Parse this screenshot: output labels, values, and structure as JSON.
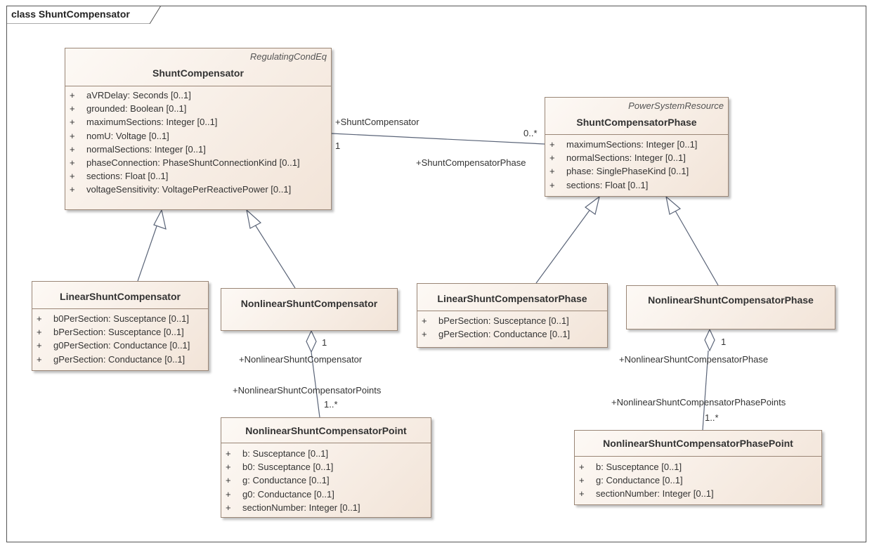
{
  "diagram": {
    "frame_title": "class ShuntCompensator",
    "classes": {
      "shunt_compensator": {
        "stereotype": "RegulatingCondEq",
        "name": "ShuntCompensator",
        "attributes": [
          {
            "vis": "+",
            "text": "aVRDelay: Seconds [0..1]"
          },
          {
            "vis": "+",
            "text": "grounded: Boolean [0..1]"
          },
          {
            "vis": "+",
            "text": "maximumSections: Integer [0..1]"
          },
          {
            "vis": "+",
            "text": "nomU: Voltage [0..1]"
          },
          {
            "vis": "+",
            "text": "normalSections: Integer [0..1]"
          },
          {
            "vis": "+",
            "text": "phaseConnection: PhaseShuntConnectionKind [0..1]"
          },
          {
            "vis": "+",
            "text": "sections: Float [0..1]"
          },
          {
            "vis": "+",
            "text": "voltageSensitivity: VoltagePerReactivePower [0..1]"
          }
        ]
      },
      "shunt_compensator_phase": {
        "stereotype": "PowerSystemResource",
        "name": "ShuntCompensatorPhase",
        "attributes": [
          {
            "vis": "+",
            "text": "maximumSections: Integer [0..1]"
          },
          {
            "vis": "+",
            "text": "normalSections: Integer [0..1]"
          },
          {
            "vis": "+",
            "text": "phase: SinglePhaseKind [0..1]"
          },
          {
            "vis": "+",
            "text": "sections: Float [0..1]"
          }
        ]
      },
      "linear_shunt_compensator": {
        "name": "LinearShuntCompensator",
        "attributes": [
          {
            "vis": "+",
            "text": "b0PerSection: Susceptance [0..1]"
          },
          {
            "vis": "+",
            "text": "bPerSection: Susceptance [0..1]"
          },
          {
            "vis": "+",
            "text": "g0PerSection: Conductance [0..1]"
          },
          {
            "vis": "+",
            "text": "gPerSection: Conductance [0..1]"
          }
        ]
      },
      "nonlinear_shunt_compensator": {
        "name": "NonlinearShuntCompensator",
        "attributes": []
      },
      "linear_shunt_compensator_phase": {
        "name": "LinearShuntCompensatorPhase",
        "attributes": [
          {
            "vis": "+",
            "text": "bPerSection: Susceptance [0..1]"
          },
          {
            "vis": "+",
            "text": "gPerSection: Conductance [0..1]"
          }
        ]
      },
      "nonlinear_shunt_compensator_phase": {
        "name": "NonlinearShuntCompensatorPhase",
        "attributes": []
      },
      "nonlinear_shunt_compensator_point": {
        "name": "NonlinearShuntCompensatorPoint",
        "attributes": [
          {
            "vis": "+",
            "text": "b: Susceptance [0..1]"
          },
          {
            "vis": "+",
            "text": "b0: Susceptance [0..1]"
          },
          {
            "vis": "+",
            "text": "g: Conductance [0..1]"
          },
          {
            "vis": "+",
            "text": "g0: Conductance [0..1]"
          },
          {
            "vis": "+",
            "text": "sectionNumber: Integer [0..1]"
          }
        ]
      },
      "nonlinear_shunt_compensator_phase_point": {
        "name": "NonlinearShuntCompensatorPhasePoint",
        "attributes": [
          {
            "vis": "+",
            "text": "b: Susceptance [0..1]"
          },
          {
            "vis": "+",
            "text": "g: Conductance [0..1]"
          },
          {
            "vis": "+",
            "text": "sectionNumber: Integer [0..1]"
          }
        ]
      }
    },
    "associations": {
      "sc_to_phase": {
        "role_left": "+ShuntCompensator",
        "mult_left": "1",
        "role_right": "+ShuntCompensatorPhase",
        "mult_right": "0..*"
      },
      "nonlinear_points": {
        "role_owner": "+NonlinearShuntCompensator",
        "mult_owner": "1",
        "role_part": "+NonlinearShuntCompensatorPoints",
        "mult_part": "1..*"
      },
      "nonlinear_phase_points": {
        "role_owner": "+NonlinearShuntCompensatorPhase",
        "mult_owner": "1",
        "role_part": "+NonlinearShuntCompensatorPhasePoints",
        "mult_part": "1..*"
      }
    },
    "colors": {
      "line": "#5a6478",
      "box_border": "#9a8676",
      "box_fill_start": "#fdf9f5",
      "box_fill_end": "#f2e4d8"
    }
  }
}
